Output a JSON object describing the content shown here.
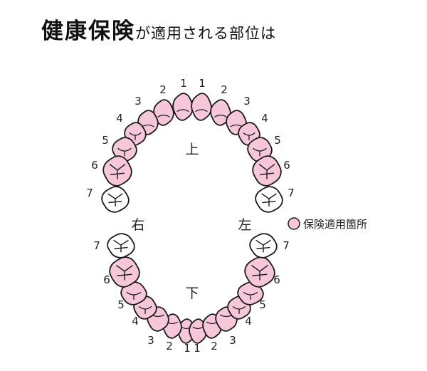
{
  "title": {
    "main": "健康保険",
    "sub": "が適用される部位は"
  },
  "labels": {
    "upper": "上",
    "lower": "下",
    "right": "右",
    "left": "左"
  },
  "legend": {
    "label": "保険適用箇所",
    "color": "#f6c7d8"
  },
  "colors": {
    "covered": "#f6c7d8",
    "not_covered": "#ffffff",
    "outline": "#1a1a1a"
  },
  "teeth": {
    "upper_right": [
      {
        "number": "1",
        "covered": true
      },
      {
        "number": "2",
        "covered": true
      },
      {
        "number": "3",
        "covered": true
      },
      {
        "number": "4",
        "covered": true
      },
      {
        "number": "5",
        "covered": true
      },
      {
        "number": "6",
        "covered": true
      },
      {
        "number": "7",
        "covered": false
      }
    ],
    "upper_left": [
      {
        "number": "1",
        "covered": true
      },
      {
        "number": "2",
        "covered": true
      },
      {
        "number": "3",
        "covered": true
      },
      {
        "number": "4",
        "covered": true
      },
      {
        "number": "5",
        "covered": true
      },
      {
        "number": "6",
        "covered": true
      },
      {
        "number": "7",
        "covered": false
      }
    ],
    "lower_right": [
      {
        "number": "1",
        "covered": true
      },
      {
        "number": "2",
        "covered": true
      },
      {
        "number": "3",
        "covered": true
      },
      {
        "number": "4",
        "covered": true
      },
      {
        "number": "5",
        "covered": true
      },
      {
        "number": "6",
        "covered": true
      },
      {
        "number": "7",
        "covered": false
      }
    ],
    "lower_left": [
      {
        "number": "1",
        "covered": true
      },
      {
        "number": "2",
        "covered": true
      },
      {
        "number": "3",
        "covered": true
      },
      {
        "number": "4",
        "covered": true
      },
      {
        "number": "5",
        "covered": true
      },
      {
        "number": "6",
        "covered": true
      },
      {
        "number": "7",
        "covered": false
      }
    ]
  }
}
